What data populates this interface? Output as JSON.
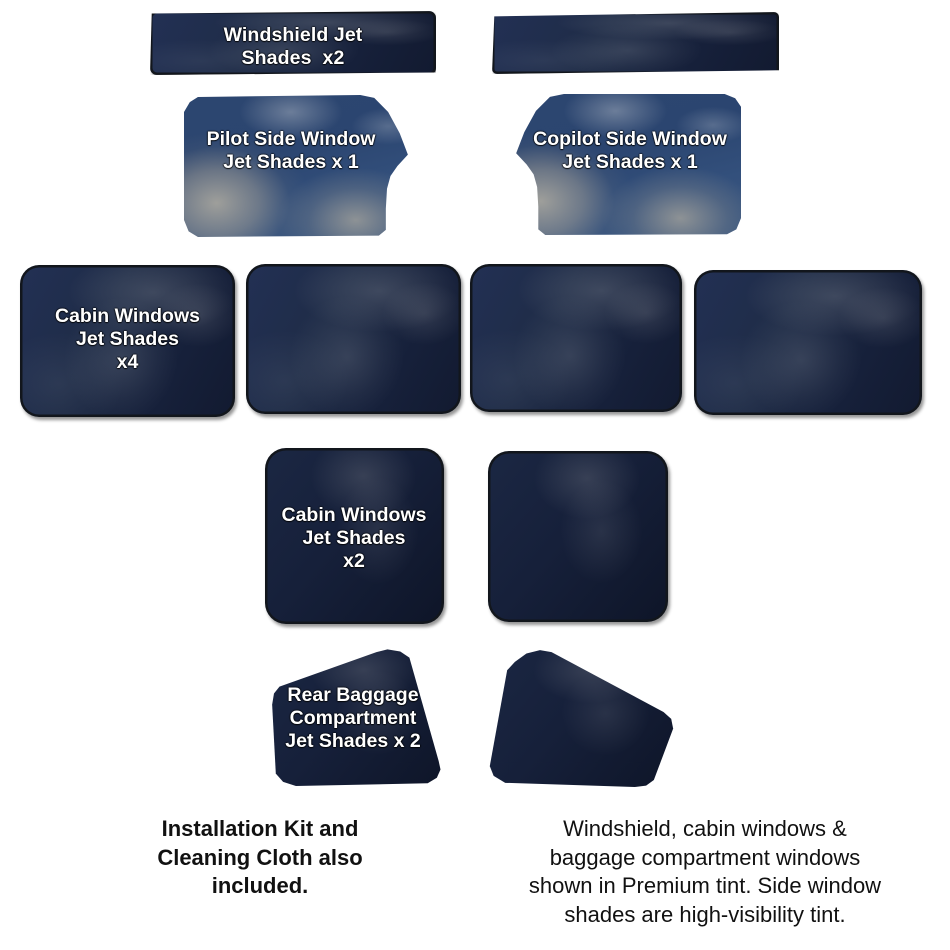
{
  "page": {
    "background_color": "#ffffff",
    "title": "Jet Shades kit contents diagram"
  },
  "palette": {
    "premium_tint": "#1d2942",
    "premium_tint_dark": "#141d33",
    "high_visibility_tint": "#2f4a73",
    "shade_edge": "#12161c",
    "label_text": "#ffffff",
    "muted_label_text": "#c6cad3",
    "note_text": "#111111"
  },
  "shades": {
    "windshield": {
      "label": "Windshield Jet\nShades  x2",
      "tint": "Premium",
      "quantity": "x2",
      "panels": [
        {
          "name": "windshield-shade-left"
        },
        {
          "name": "windshield-shade-right"
        }
      ]
    },
    "pilot_side_window": {
      "label": "Pilot Side Window\nJet Shades x 1",
      "tint": "high-visibility",
      "quantity": "x 1"
    },
    "copilot_side_window": {
      "label": "Copilot Side Window\nJet Shades x 1",
      "tint": "high-visibility",
      "quantity": "x 1"
    },
    "cabin_windows_row1": {
      "label": "Cabin Windows\nJet Shades\nx4",
      "tint": "Premium",
      "quantity": "x4",
      "panels": [
        {
          "name": "cabin-shade-1"
        },
        {
          "name": "cabin-shade-2"
        },
        {
          "name": "cabin-shade-3"
        },
        {
          "name": "cabin-shade-4"
        }
      ]
    },
    "cabin_windows_row2": {
      "label": "Cabin Windows\nJet Shades\nx2",
      "tint": "Premium",
      "quantity": "x2",
      "panels": [
        {
          "name": "cabin-tall-shade-1"
        },
        {
          "name": "cabin-tall-shade-2"
        }
      ]
    },
    "rear_baggage": {
      "label": "Rear Baggage\nCompartment\nJet Shades x 2",
      "tint": "Premium",
      "quantity": "x 2",
      "panels": [
        {
          "name": "baggage-shade-left"
        },
        {
          "name": "baggage-shade-right"
        }
      ]
    }
  },
  "notes": {
    "left": "Installation Kit and\nCleaning Cloth also\nincluded.",
    "right": "Windshield, cabin windows &\nbaggage compartment windows\nshown in Premium tint. Side window\nshades are high-visibility tint."
  }
}
